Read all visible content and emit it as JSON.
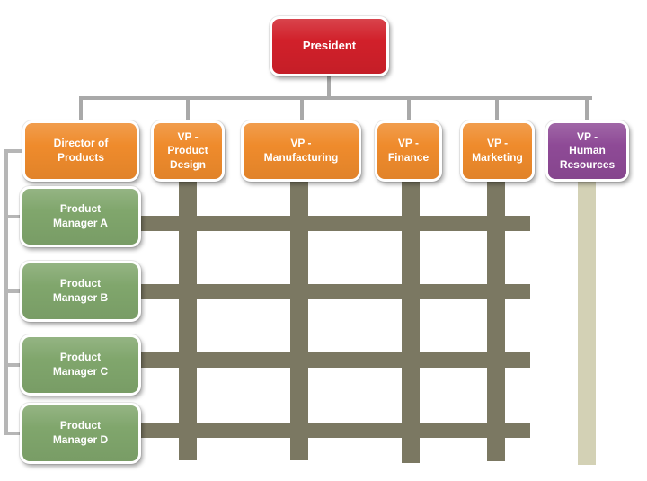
{
  "org_chart": {
    "president": {
      "label": "President"
    },
    "executives": [
      {
        "label": "Director of\nProducts"
      },
      {
        "label": "VP -\nProduct\nDesign"
      },
      {
        "label": "VP -\nManufacturing"
      },
      {
        "label": "VP -\nFinance"
      },
      {
        "label": "VP -\nMarketing"
      },
      {
        "label": "VP -\nHuman\nResources"
      }
    ],
    "product_managers": [
      {
        "label": "Product\nManager A"
      },
      {
        "label": "Product\nManager B"
      },
      {
        "label": "Product\nManager C"
      },
      {
        "label": "Product\nManager D"
      }
    ],
    "matrix": {
      "rows": [
        "Product Manager A",
        "Product Manager B",
        "Product Manager C",
        "Product Manager D"
      ],
      "columns": [
        "VP - Product Design",
        "VP - Manufacturing",
        "VP - Finance",
        "VP - Marketing"
      ]
    }
  },
  "colors": {
    "president": "#d1202a",
    "executive": "#ef8b2c",
    "human_resources": "#8e4a96",
    "product_manager": "#80a66c",
    "matrix_bar": "#7b7862",
    "hr_bar": "#d3d1b5",
    "connector": "#a9a9a9",
    "rail": "#b6b6b6"
  }
}
